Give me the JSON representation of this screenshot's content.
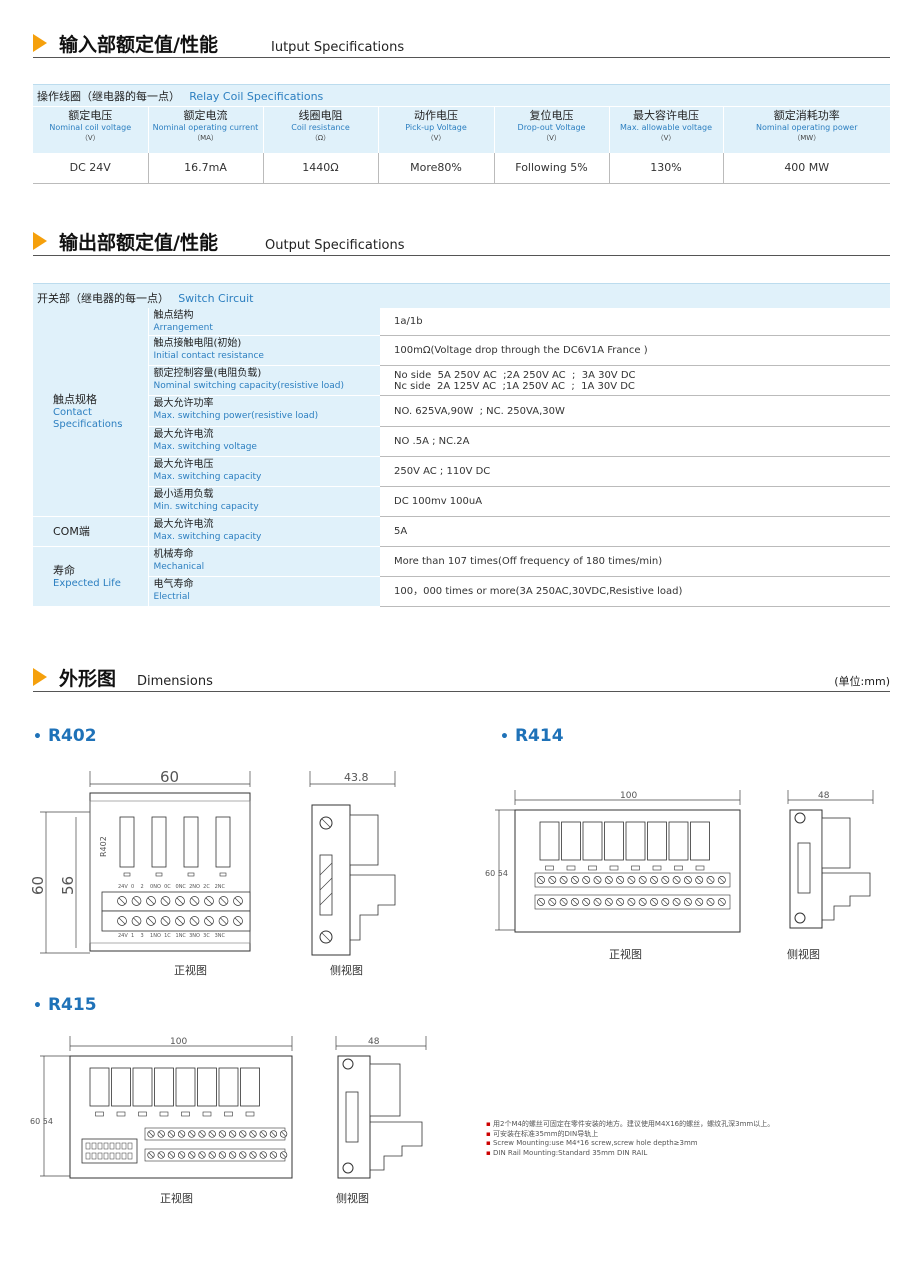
{
  "input_section": {
    "cn": "输入部额定值/性能",
    "en": "Iutput Specifications"
  },
  "input_table": {
    "caption_cn": "操作线圈（继电器的每一点）",
    "caption_en": "Relay Coil Specifications",
    "headers": [
      {
        "cn": "额定电压",
        "en": "Nominal coil voltage",
        "unit": "（V）"
      },
      {
        "cn": "额定电流",
        "en": "Nominal operating current",
        "unit": "（MA）"
      },
      {
        "cn": "线圈电阻",
        "en": "Coil resistance",
        "unit": "（Ω）"
      },
      {
        "cn": "动作电压",
        "en": "Pick-up Voltage",
        "unit": "（V）"
      },
      {
        "cn": "复位电压",
        "en": "Drop-out Voltage",
        "unit": "（V）"
      },
      {
        "cn": "最大容许电压",
        "en": "Max. allowable voltage",
        "unit": "（V）"
      },
      {
        "cn": "额定消耗功率",
        "en": "Nominal operating power",
        "unit": "（MW）"
      }
    ],
    "values": [
      "DC 24V",
      "16.7mA",
      "1440Ω",
      "More80%",
      "Following 5%",
      "130%",
      "400 MW"
    ]
  },
  "output_section": {
    "cn": "输出部额定值/性能",
    "en": "Output Specifications"
  },
  "output_table": {
    "caption_cn": "开关部（继电器的每一点）",
    "caption_en": "Switch Circuit",
    "group_contact": {
      "cn": "触点规格",
      "en1": "Contact",
      "en2": "Specifications"
    },
    "group_com": {
      "cn": "COM端"
    },
    "group_life": {
      "cn": "寿命",
      "en": "Expected Life"
    },
    "rows": [
      {
        "cn": "触点结构",
        "en": "Arrangement",
        "value": "1a/1b"
      },
      {
        "cn": "触点接触电阻(初始)",
        "en": "Initial contact resistance",
        "value": "100mΩ(Voltage drop through the DC6V1A France )"
      },
      {
        "cn": "额定控制容量(电阻负载)",
        "en": "Nominal switching capacity(resistive load)",
        "value": "No side  5A 250V AC  ;2A 250V AC  ;  3A 30V DC\nNc side  2A 125V AC  ;1A 250V AC  ;  1A 30V DC"
      },
      {
        "cn": "最大允许功率",
        "en": "Max. switching power(resistive load)",
        "value": "NO. 625VA,90W  ; NC. 250VA,30W"
      },
      {
        "cn": "最大允许电流",
        "en": "Max. switching voltage",
        "value": "NO .5A ; NC.2A"
      },
      {
        "cn": "最大允许电压",
        "en": "Max. switching capacity",
        "value": "250V AC ; 110V DC"
      },
      {
        "cn": "最小适用负载",
        "en": "Min. switching capacity",
        "value": "DC 100mv 100uA"
      },
      {
        "cn": "最大允许电流",
        "en": "Max. switching capacity",
        "value": "5A"
      },
      {
        "cn": "机械寿命",
        "en": "Mechanical",
        "value": "More than 107 times(Off frequency of 180 times/min)"
      },
      {
        "cn": "电气寿命",
        "en": "Electrial",
        "value": "100，000 times or more(3A 250AC,30VDC,Resistive load)"
      }
    ]
  },
  "dimensions_section": {
    "cn": "外形图",
    "en": "Dimensions",
    "unit": "(单位:mm)"
  },
  "models": {
    "r402": {
      "name": "R402",
      "front_label": "正视图",
      "side_label": "侧视图",
      "dim_width": "60",
      "dim_height_outer": "60",
      "dim_height_inner": "56",
      "dim_side": "43.8",
      "board_label": "R402",
      "top_terminals": "24V  0    2    0NO  0C   0NC  2NO  2C   2NC",
      "bottom_terminals": "24V  1    3    1NO  1C   1NC  3NO  3C   3NC"
    },
    "r414": {
      "name": "R414",
      "front_label": "正视图",
      "side_label": "侧视图",
      "dim_width": "100",
      "dim_height": "60 54",
      "dim_side": "48"
    },
    "r415": {
      "name": "R415",
      "front_label": "正视图",
      "side_label": "侧视图",
      "dim_width": "100",
      "dim_height": "60 54",
      "dim_side": "48"
    }
  },
  "notes": [
    "用2个M4的螺丝可固定在零件安装的地方。建议使用M4X16的螺丝，螺纹孔深3mm以上。",
    "可安装在标准35mm的DIN导轨上",
    "Screw Mounting:use M4*16 screw,screw hole depth≥3mm",
    "DIN Rail Mounting:Standard 35mm DIN RAIL"
  ],
  "colors": {
    "accent": "#f5a00c",
    "table_fill": "#e0f1fa",
    "english_text": "#2c7fc0",
    "model_title": "#1f72b8"
  }
}
